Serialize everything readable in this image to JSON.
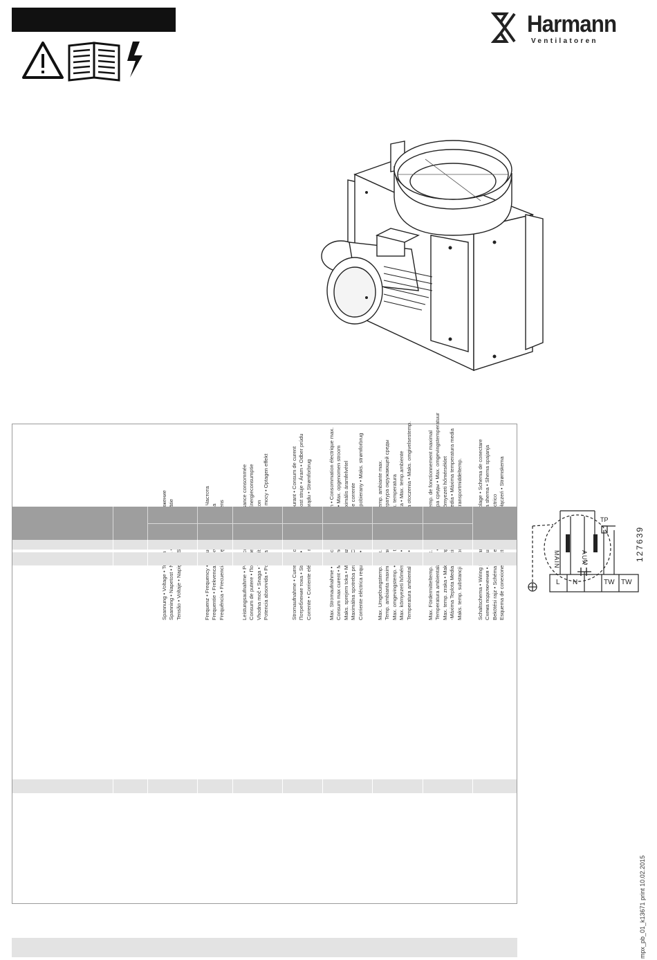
{
  "brand": {
    "name": "Harmann",
    "tagline": "Ventilatoren"
  },
  "spec_labels": [
    [
      "Spannung • Voltage • Tension • Tensiune • Напряжение",
      "Spanning • Napetost • Napon • Feszültség • Napätie",
      "Tensão • Voltaje • Napięcie • Spænding"
    ],
    [
      "Frequenz • Frequency • Fréquence • Frecventa • Частота",
      "Frequentie • Frekvenca • Frekvencija • Frekvencia",
      "Frequência • Frecuencia • Częstotliwość • Frekvens"
    ],
    [
      "Leistungsaufnahme • Power consumption • Puissance consommée",
      "Consum de putere • Потребление мощности • Energieconsumptie",
      "Vhodna moč • Snaga • Teljesítményfelvétel • Príkon",
      "Potencia absorvida • Potencia absorbida • Pobór mocy • Optagen effekt"
    ],
    [
      "Stromaufnahme • Current • Consommation de courant • Consum de curent",
      "Потребление тока • Stroom • Električni tok • Jakost struje • Áram • Odber prúdu",
      "Corrente • Corriente eléctrica requerida • Pobór prądu • Strømforbrug"
    ],
    [
      "Max. Stromaufnahme • Max. current consumption • Consommation électrique max.",
      "Consum max curent • Макс. потребляемый ток • Max. opgenomen stroom",
      "Maks. sprejem toka • Maks. uzimanje struje • Maximális áramfelvétel",
      "Maximálna spotreba prúdu • Consumo máximo de corrente",
      "Corriente eléctrica requerida • Maksymalny prąd pobierany • Maks. strømforbrug"
    ],
    [
      "Max. Umgebungstemp. • Max. ambient temp. • Temp. ambiante max.",
      "Temp. ambianta maxima • Максимальная температура окружающей среды",
      "Max. omgevingstemp. • Max. temp. okolice • Max. temperatura",
      "Max. környezeti hőmérséklet • max. okolitá teplota • Max. temp.ambiente",
      "Temperatura ambiental máx. • Maks. temperatura otoczenia • Maks. omgivelsestemp."
    ],
    [
      "Max. Fördermitteltemp. • Max. ambient temp. • Temp. de fonctionnement maximal",
      "Temperatura ambientala max • Макс. температура среды • Max. omgevingstemperatuur",
      "Max. temp. zraka • Maks. temp. Protora • Max. környezeti hőmérséklet",
      "-Máxima Teplota Media • Máxima temperatura media • Máxima temperatura media",
      "Maks. temp. substancji transportowanej • Maks. transportmiddeltemp."
    ],
    [
      "Schaltschema • Wiring Diagram • Schéma de câblage • Schema de conectare",
      "Схема подключения • Aansluitdiagram • Vezalna shema • Shema spajanja",
      "Bekötési rajz • Schéma zapojenia • Esquema eléctrico",
      "Esquema de conexiones eléctricas • Schemat połączeń • Strømskema"
    ]
  ],
  "wiring": {
    "labels": {
      "main": "MAIN",
      "aux": "AUX",
      "tp": "TP",
      "c": "C"
    },
    "terminals": [
      "L",
      "N",
      "",
      "TW",
      "TW"
    ]
  },
  "doc_code": "127639",
  "print_note": "mpx_pb_01_k13671 print 10.02.2015"
}
